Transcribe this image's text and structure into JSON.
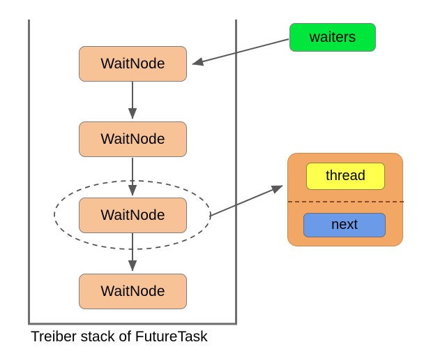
{
  "diagram": {
    "caption": "Treiber stack of FutureTask",
    "stack": {
      "label": "treiber-stack-container",
      "nodes": [
        {
          "label": "WaitNode"
        },
        {
          "label": "WaitNode"
        },
        {
          "label": "WaitNode"
        },
        {
          "label": "WaitNode"
        }
      ]
    },
    "pointer": {
      "label": "waiters"
    },
    "detail": {
      "fields": [
        {
          "label": "thread"
        },
        {
          "label": "next"
        }
      ]
    },
    "colors": {
      "node_fill": "#f7c396",
      "node_border": "#7f7f7f",
      "waiters_fill": "#00e63c",
      "panel_fill": "#f2a764",
      "thread_fill": "#ffff4d",
      "next_fill": "#6b9ae8",
      "arrow": "#595959",
      "divider_dash": "#8c4a28",
      "container_line": "#6e6e6e",
      "ellipse_dash": "#4d4d4d",
      "text": "#000000"
    }
  }
}
